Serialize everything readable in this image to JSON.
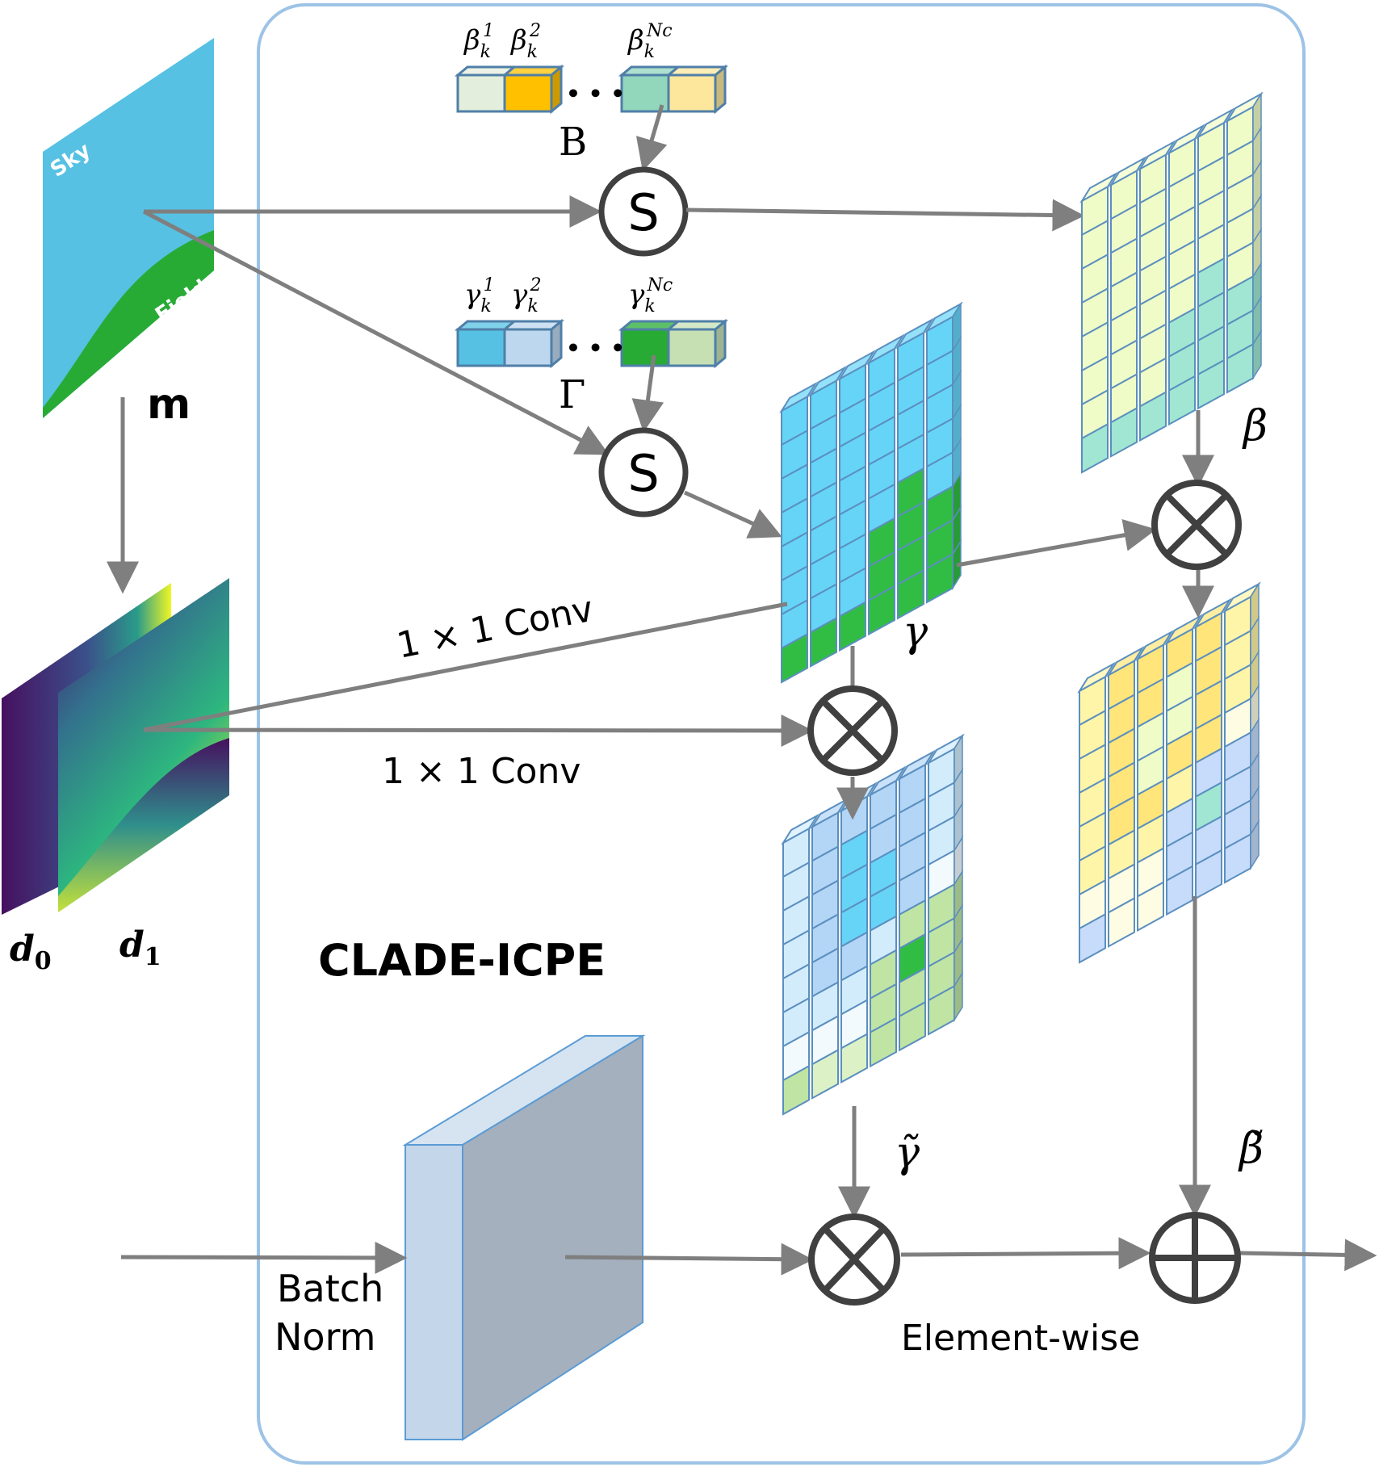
{
  "title": "CLADE-ICPE",
  "colors": {
    "frame": "#9dc3e6",
    "arrow": "#7f7f7f",
    "operator": "#404040",
    "cell_edge": "#5b8fbf",
    "sky": "#56c1e3",
    "field": "#27ab35",
    "gamma_sky": "#66d4f7",
    "gamma_field": "#31bd44",
    "beta_light": "#f0fcc8",
    "beta_teal": "#a0e6d2",
    "bn_front": "#c3d6ea",
    "bn_side": "#a4b0bd",
    "bn_top": "#d6e4f1"
  },
  "inputs": {
    "mask": {
      "label": "m",
      "region_labels": [
        "Sky",
        "Field"
      ]
    },
    "distance_maps": [
      {
        "label": "d",
        "sub": "0"
      },
      {
        "label": "d",
        "sub": "1"
      }
    ]
  },
  "beta_bank": {
    "symbol": "B",
    "entries": [
      {
        "base": "β",
        "sub": "k",
        "sup": "1",
        "color": "#e4eedc"
      },
      {
        "base": "β",
        "sub": "k",
        "sup": "2",
        "color": "#ffc000"
      },
      {
        "base": "β",
        "sub": "k",
        "sup": "Nc",
        "color": "#92d6bc"
      },
      {
        "base": "",
        "sub": "",
        "sup": "",
        "color": "#fde79c"
      }
    ],
    "ellipsis": "• • •"
  },
  "gamma_bank": {
    "symbol": "Γ",
    "entries": [
      {
        "base": "γ",
        "sub": "k",
        "sup": "1",
        "color": "#56c1e3"
      },
      {
        "base": "γ",
        "sub": "k",
        "sup": "2",
        "color": "#bdd7ee"
      },
      {
        "base": "γ",
        "sub": "k",
        "sup": "Nc",
        "color": "#27ab35"
      },
      {
        "base": "",
        "sub": "",
        "sup": "",
        "color": "#c6e0b4"
      }
    ],
    "ellipsis": "• • •"
  },
  "operators": {
    "select": "S",
    "multiply": "⊗",
    "add": "⊕"
  },
  "grids": {
    "beta": {
      "label": "β",
      "rows": [
        [
          "L",
          "L",
          "L",
          "L",
          "L",
          "L"
        ],
        [
          "L",
          "L",
          "L",
          "L",
          "L",
          "L"
        ],
        [
          "L",
          "L",
          "L",
          "L",
          "L",
          "L"
        ],
        [
          "L",
          "L",
          "L",
          "L",
          "L",
          "L"
        ],
        [
          "L",
          "L",
          "L",
          "L",
          "T",
          "L"
        ],
        [
          "L",
          "L",
          "L",
          "T",
          "T",
          "T"
        ],
        [
          "L",
          "L",
          "L",
          "T",
          "T",
          "T"
        ],
        [
          "T",
          "T",
          "T",
          "T",
          "T",
          "T"
        ]
      ],
      "palette": {
        "L": "#f0fcc8",
        "T": "#a0e6d2"
      }
    },
    "gamma": {
      "label": "γ",
      "rows": [
        [
          "S",
          "S",
          "S",
          "S",
          "S",
          "S"
        ],
        [
          "S",
          "S",
          "S",
          "S",
          "S",
          "S"
        ],
        [
          "S",
          "S",
          "S",
          "S",
          "S",
          "S"
        ],
        [
          "S",
          "S",
          "S",
          "S",
          "S",
          "S"
        ],
        [
          "S",
          "S",
          "S",
          "S",
          "G",
          "S"
        ],
        [
          "S",
          "S",
          "S",
          "G",
          "G",
          "G"
        ],
        [
          "S",
          "S",
          "S",
          "G",
          "G",
          "G"
        ],
        [
          "G",
          "G",
          "G",
          "G",
          "G",
          "G"
        ]
      ],
      "palette": {
        "S": "#66d4f7",
        "G": "#31bd44"
      }
    },
    "gamma_tilde": {
      "label": "γ̃",
      "rows": [
        [
          "P",
          "M",
          "M",
          "M",
          "M",
          "P"
        ],
        [
          "P",
          "M",
          "C",
          "M",
          "M",
          "P"
        ],
        [
          "P",
          "M",
          "C",
          "C",
          "M",
          "P"
        ],
        [
          "P",
          "M",
          "C",
          "C",
          "M",
          "W"
        ],
        [
          "P",
          "M",
          "M",
          "P",
          "G",
          "G"
        ],
        [
          "P",
          "P",
          "P",
          "G",
          "D",
          "G"
        ],
        [
          "W",
          "W",
          "W",
          "G",
          "G",
          "G"
        ],
        [
          "G",
          "Y",
          "Y",
          "G",
          "G",
          "G"
        ]
      ],
      "palette": {
        "P": "#d3ecfc",
        "M": "#b3d6f7",
        "C": "#66d4f7",
        "W": "#f2fafe",
        "G": "#c0e4a4",
        "D": "#31bd44",
        "Y": "#dcf2c6"
      }
    },
    "beta_tilde": {
      "label": "β̃",
      "rows": [
        [
          "Y",
          "O",
          "O",
          "O",
          "O",
          "Y"
        ],
        [
          "Y",
          "O",
          "O",
          "L",
          "O",
          "Y"
        ],
        [
          "Y",
          "O",
          "L",
          "L",
          "O",
          "Y"
        ],
        [
          "Y",
          "O",
          "L",
          "O",
          "O",
          "W"
        ],
        [
          "Y",
          "O",
          "O",
          "Y",
          "B",
          "B"
        ],
        [
          "Y",
          "Y",
          "Y",
          "B",
          "T",
          "B"
        ],
        [
          "W",
          "W",
          "W",
          "B",
          "B",
          "B"
        ],
        [
          "B",
          "W",
          "W",
          "B",
          "B",
          "B"
        ]
      ],
      "palette": {
        "Y": "#fff5a8",
        "O": "#ffe57a",
        "L": "#f0fcc8",
        "W": "#fefde4",
        "B": "#c7dcfa",
        "T": "#a0e6d2"
      }
    }
  },
  "labels": {
    "conv_upper": "1 × 1 Conv",
    "conv_lower": "1 × 1 Conv",
    "batch_norm_line1": "Batch",
    "batch_norm_line2": "Norm",
    "element_wise": "Element-wise"
  }
}
